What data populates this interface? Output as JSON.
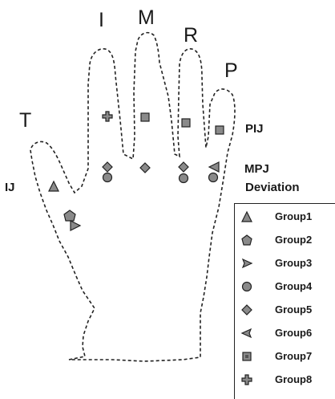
{
  "finger_labels": {
    "thumb": "T",
    "index": "I",
    "middle": "M",
    "ring": "R",
    "pinky": "P"
  },
  "joint_labels": {
    "ij": "IJ",
    "pij": "PIJ",
    "mpj": "MPJ",
    "deviation": "Deviation"
  },
  "legend": [
    {
      "label": "Group1",
      "symbol": "triangle-icon"
    },
    {
      "label": "Group2",
      "symbol": "pentagon-icon"
    },
    {
      "label": "Group3",
      "symbol": "right-pointer-icon"
    },
    {
      "label": "Group4",
      "symbol": "circle-icon"
    },
    {
      "label": "Group5",
      "symbol": "diamond-icon"
    },
    {
      "label": "Group6",
      "symbol": "left-pointer-icon"
    },
    {
      "label": "Group7",
      "symbol": "square-icon"
    },
    {
      "label": "Group8",
      "symbol": "cross-icon"
    }
  ],
  "colors": {
    "outline": "#222222",
    "marker_fill": "#8a8a8a",
    "marker_stroke": "#222222"
  }
}
